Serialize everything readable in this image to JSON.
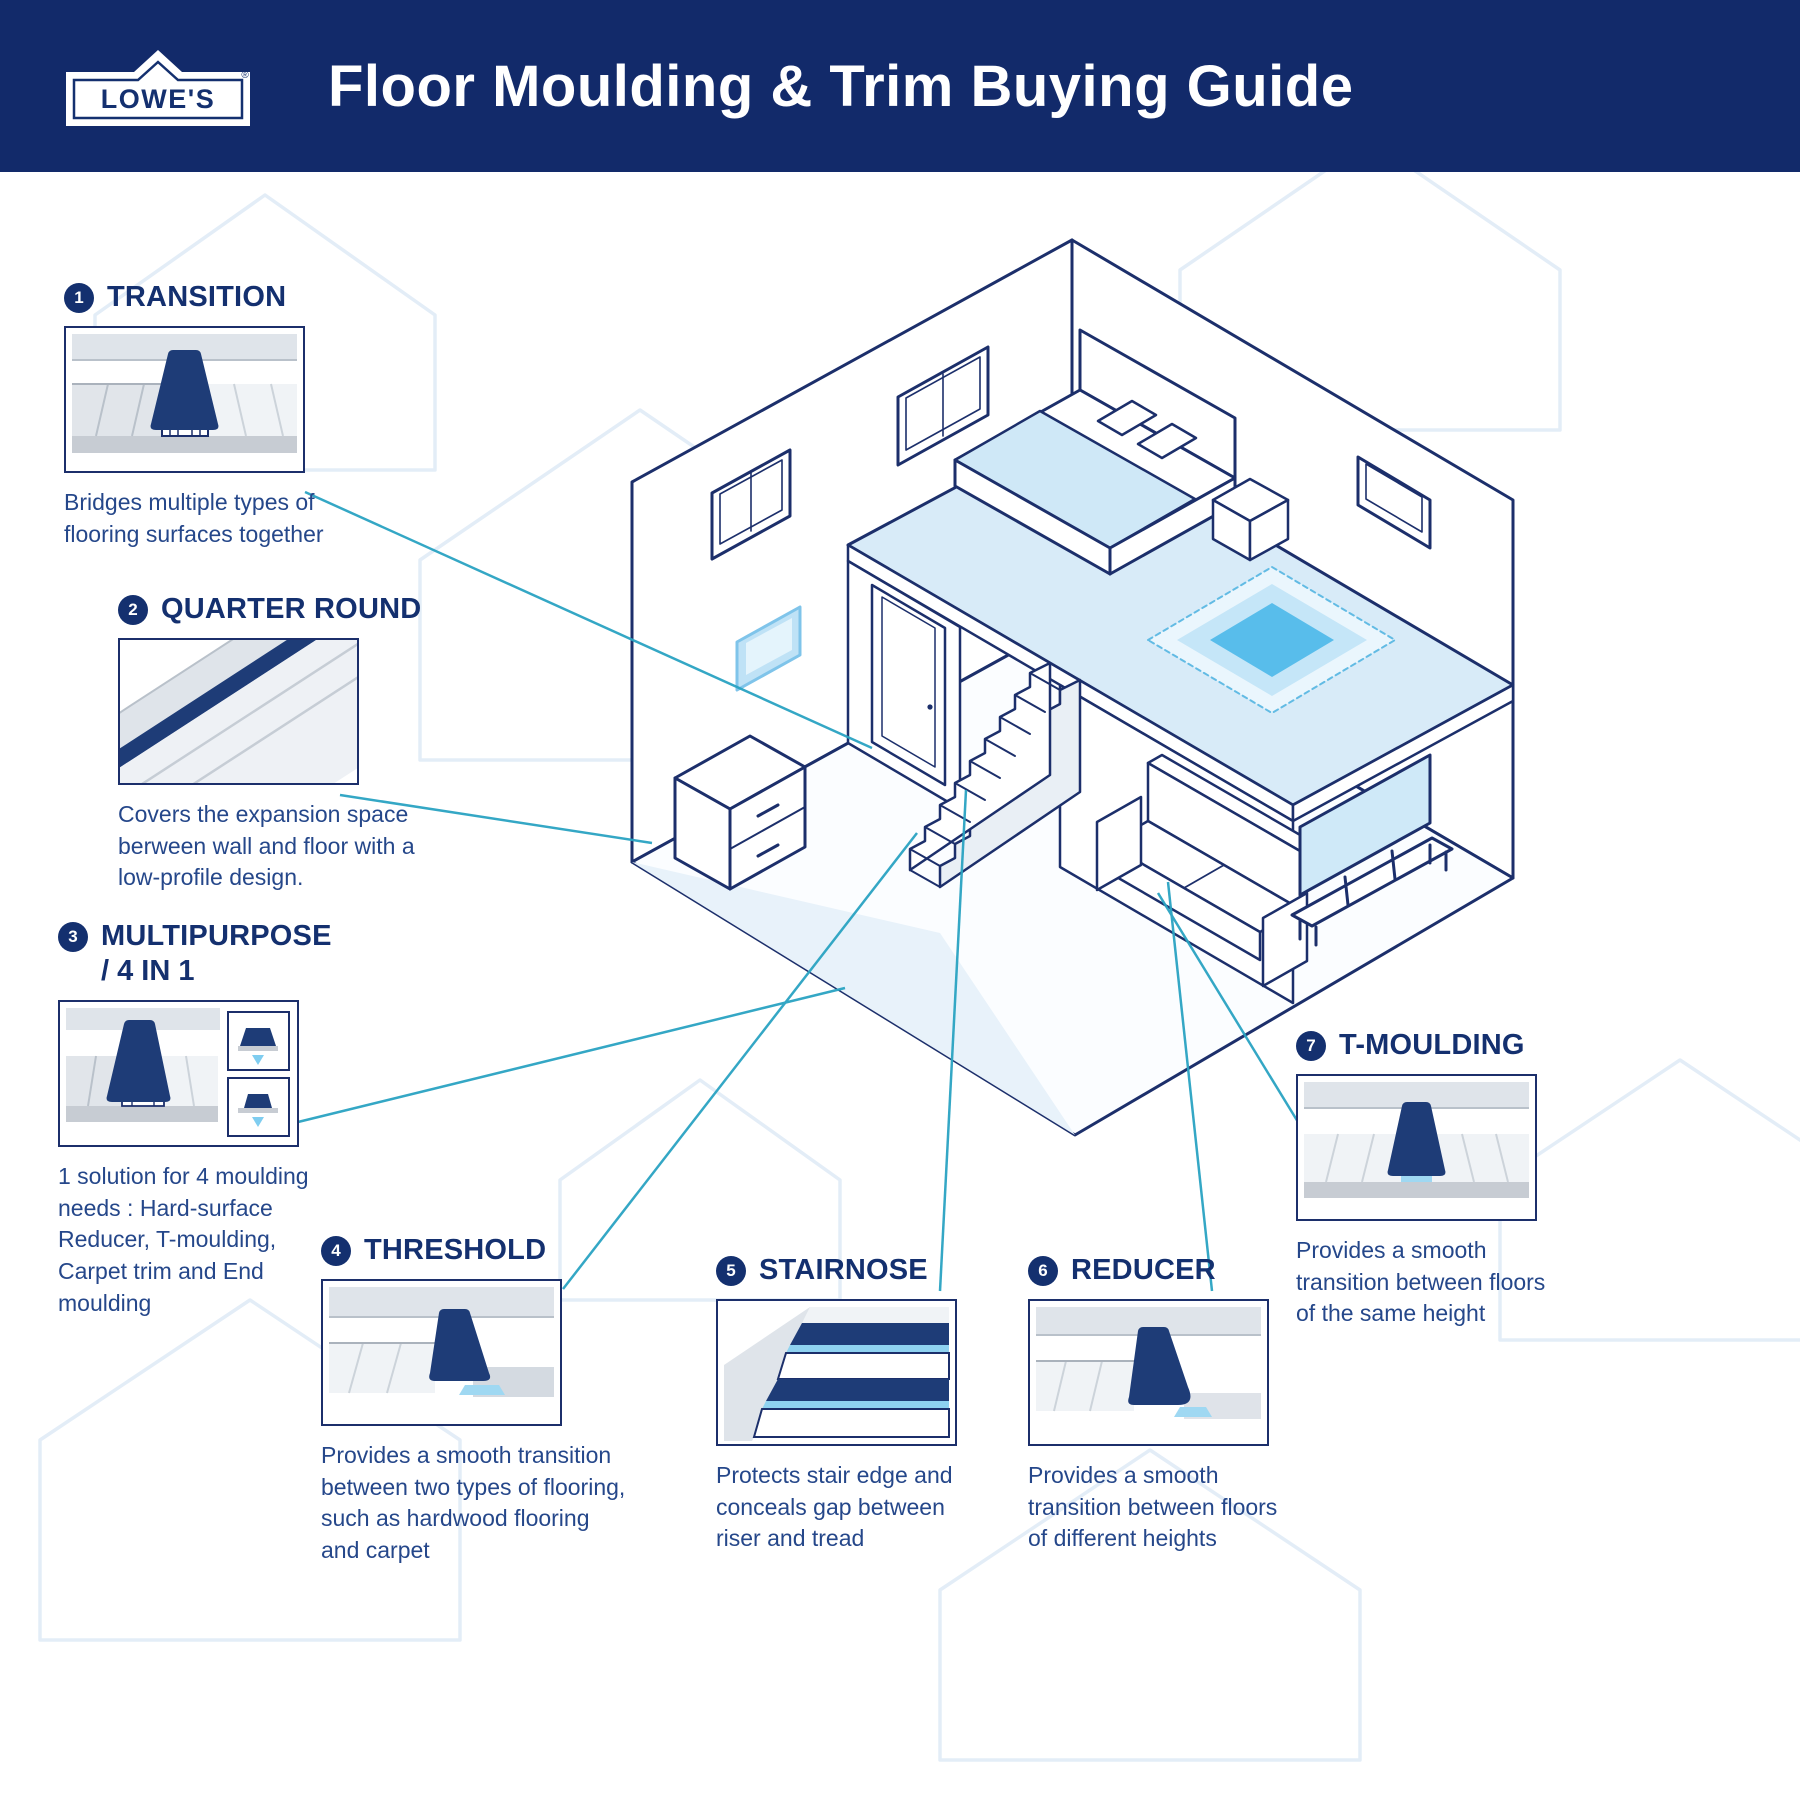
{
  "header": {
    "logo_text": "LOWE'S",
    "logo_registered": "®",
    "title": "Floor Moulding & Trim Buying Guide"
  },
  "callouts": [
    {
      "number": "1",
      "title": "TRANSITION",
      "description": "Bridges multiple types of flooring surfaces together"
    },
    {
      "number": "2",
      "title": "QUARTER ROUND",
      "description": "Covers the expansion space berween wall and floor with a low-profile design."
    },
    {
      "number": "3",
      "title": "MULTIPURPOSE",
      "title_line2": "/ 4 IN 1",
      "description": "1 solution for 4 moulding needs : Hard-surface Reducer, T-moulding, Carpet trim and End moulding"
    },
    {
      "number": "4",
      "title": "THRESHOLD",
      "description": "Provides a smooth transition between two types of flooring, such as hardwood flooring and carpet"
    },
    {
      "number": "5",
      "title": "STAIRNOSE",
      "description": "Protects stair edge and conceals gap between riser and tread"
    },
    {
      "number": "6",
      "title": "REDUCER",
      "description": "Provides a smooth transition between floors of different heights"
    },
    {
      "number": "7",
      "title": "T-MOULDING",
      "description": "Provides a smooth transition between floors of the same height"
    }
  ],
  "colors": {
    "header_navy": "#122a6a",
    "navy": "#14306f",
    "moulding_navy": "#1e3c77",
    "teal_connector": "#2aa3c2",
    "light_blue": "#cfe8f7",
    "accent_blue": "#5fc0ec",
    "subfloor_gray": "#c7ccd3"
  }
}
